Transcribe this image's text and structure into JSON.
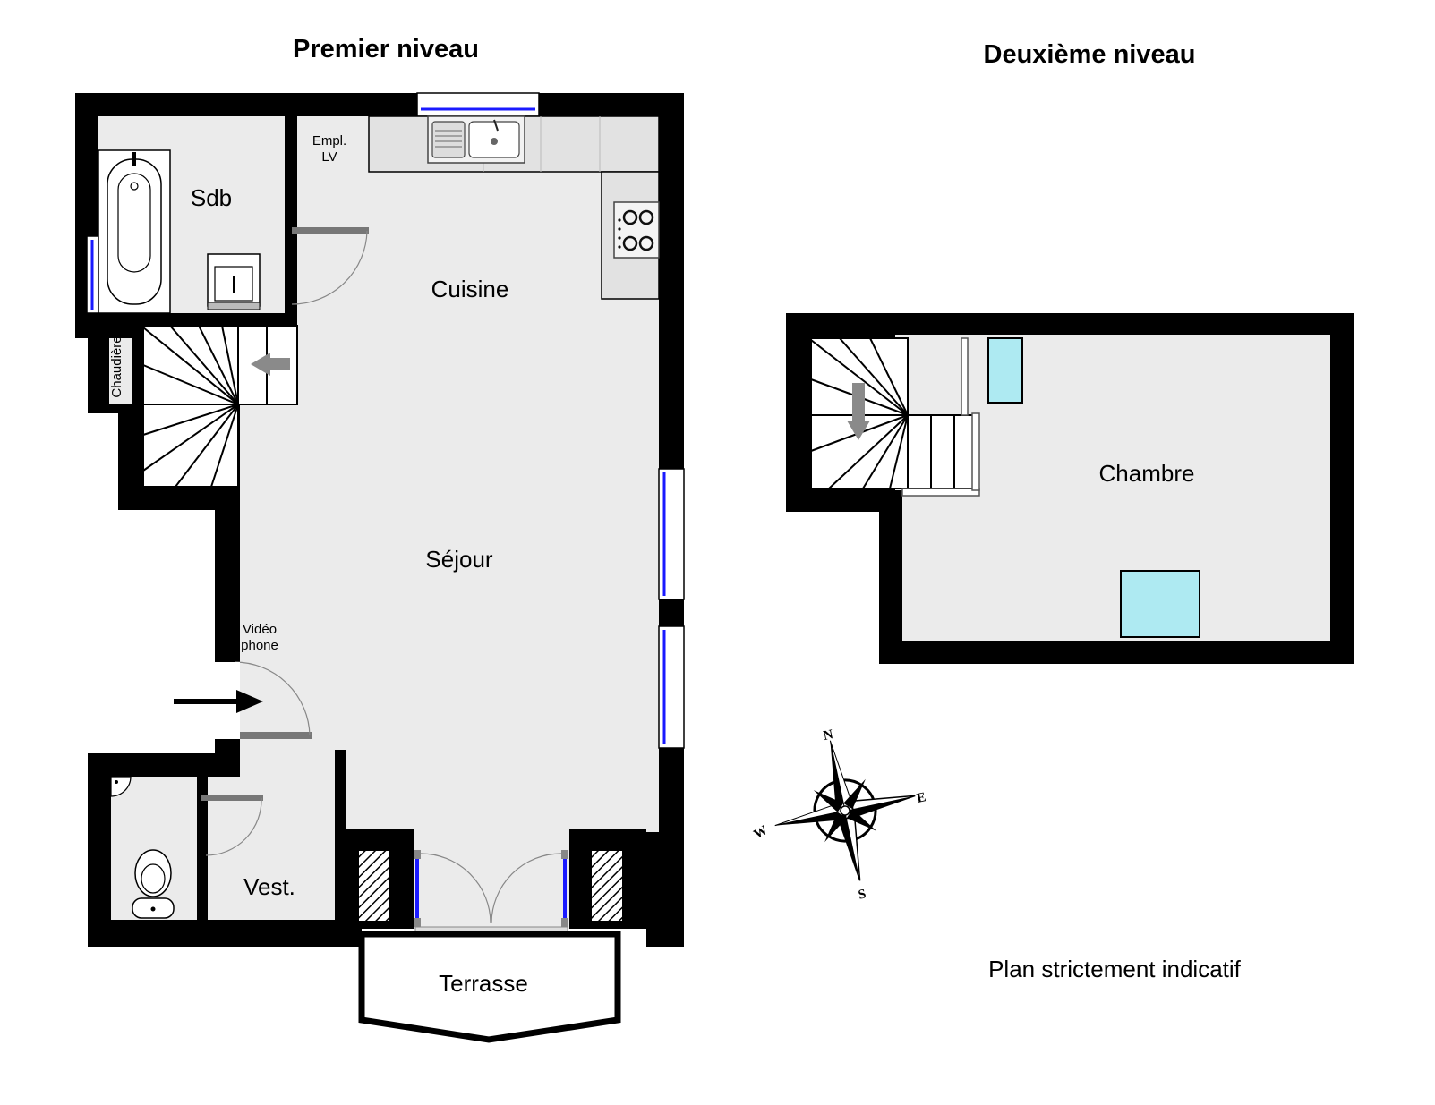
{
  "titles": {
    "level1": "Premier niveau",
    "level2": "Deuxième niveau"
  },
  "rooms": {
    "sdb": "Sdb",
    "empl_line1": "Empl.",
    "empl_line2": "LV",
    "cuisine": "Cuisine",
    "chaudiere": "Chaudière",
    "sejour": "Séjour",
    "video_line1": "Vidéo",
    "video_line2": "phone",
    "vest": "Vest.",
    "terrasse": "Terrasse",
    "chambre": "Chambre"
  },
  "compass": {
    "n": "N",
    "e": "E",
    "s": "S",
    "w": "W"
  },
  "note": "Plan strictement indicatif",
  "colors": {
    "wall": "#000000",
    "floor": "#ebebeb",
    "window": "#1a1aff",
    "skylight": "#aeeaf2",
    "door": "#777777",
    "stair_arrow": "#8a8a8a"
  }
}
